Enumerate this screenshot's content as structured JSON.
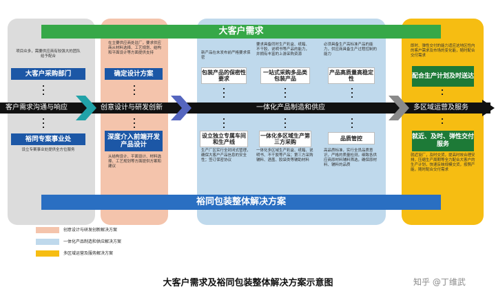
{
  "top_banner": "大客户需求",
  "bottom_banner": "裕同包装整体解决方案",
  "flow": {
    "stage1": "客户需求沟通与响应",
    "stage2": "创意设计与研发创新",
    "stage3": "一体化产品制造和供应",
    "stage4": "多区域运营及服务"
  },
  "col1": {
    "top_note": "项目众多，需要供应商有较强大的团队给予配合",
    "top_label": "大客户采购部门",
    "bottom_label": "裕同专案事业处",
    "bottom_note": "设立专案事业处提供全方位服务"
  },
  "col2": {
    "top_note": "在主要供应商处驻厂，要求供应商从材料选择、工艺规划、结构和平面设计等方面提供支持",
    "top_label": "确定设计方案",
    "bottom_label": "深度介入前端开发产品设计",
    "bottom_note": "从结构设计、平面设计、材料选择、工艺规划等方面提供方案和建议"
  },
  "col3a": {
    "top_note": "新产品在未发布前严格要求保密",
    "top_label": "包装产品的保密性要求",
    "bottom_label": "设立独立专属车间和生产线",
    "bottom_note": "生产厂区实行全封闭式管理，确保大客户产品信息的安全性；签订保密协议"
  },
  "col3b": {
    "top_note": "要求具备同时生产彩盒、纸箱、不干胶、说明书等产品的能力，并拥有丰富的上游采购资源",
    "top_label": "一站式采购多品类包装产品",
    "bottom_label": "一体化多区域生产第三方采购",
    "bottom_note": "一体化多区域生产彩盒、纸箱、说明书、不干胶等产品；第三方采购辅料、酒盖、胶袋类等辅助材料"
  },
  "col3c": {
    "top_note": "必须具备生产高标准产品的能力，供应商具备生产过程控制的能力",
    "top_label": "产品高质量高稳定性",
    "bottom_label": "品质管控",
    "bottom_note": "高品质标准，实行全员品质意识，严格的质量检测，细致各供应商原材料辅料筛选，确保原材料、辅料的品质"
  },
  "col4": {
    "top_note": "即时、弹性交付的能力适应这地区性内的客户需求及市场的变化能，随时配合交付需求",
    "top_label": "配合生产计划及时送达",
    "bottom_label": "就近、及时、弹性交付服务",
    "bottom_note": "就近设厂，及时交货，提高时效合理安排，压缩生产周期等全力配合大客户的生产计划，快速反映规模交货，按照产能，随时配合交付需求"
  },
  "legend": [
    {
      "label": "创意设计与研发创新解决方案",
      "color": "#f4c4ac"
    },
    {
      "label": "一体化产品制造和供应解决方案",
      "color": "#bfd9ec"
    },
    {
      "label": "多区域运营及服务解决方案",
      "color": "#f6bd12"
    }
  ],
  "caption": "大客户需求及裕同包装整体解决方案示意图",
  "watermark": "知乎 @丁维武"
}
